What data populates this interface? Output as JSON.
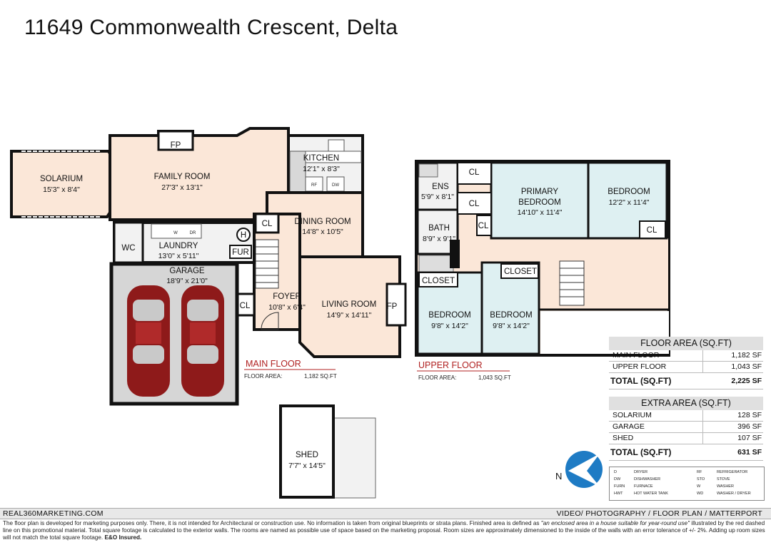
{
  "title": "11649 Commonwealth Crescent, Delta",
  "rooms": {
    "solarium": {
      "name": "SOLARIUM",
      "dim": "15'3\" x 8'4\""
    },
    "family": {
      "name": "FAMILY ROOM",
      "dim": "27'3\" x 13'1\""
    },
    "fp_family": "FP",
    "kitchen": {
      "name": "KITCHEN",
      "dim": "12'1\" x 8'3\""
    },
    "rf": "RF",
    "dw": "DW",
    "dining": {
      "name": "DINING ROOM",
      "dim": "14'8\" x 10'5\""
    },
    "cl_dining": "CL",
    "h": "H",
    "fur": "FUR",
    "wc": "WC",
    "laundry": {
      "name": "LAUNDRY",
      "dim": "13'0\" x 5'11\""
    },
    "w": "W",
    "dr": "DR",
    "garage": {
      "name": "GARAGE",
      "dim": "18'9\" x 21'0\""
    },
    "foyer": {
      "name": "FOYER",
      "dim": "10'8\" x 6'4\""
    },
    "cl_foyer": "CL",
    "living": {
      "name": "LIVING ROOM",
      "dim": "14'9\" x 14'11\""
    },
    "fp_living": "FP",
    "ens": {
      "name": "ENS",
      "dim": "5'9\" x 8'1\""
    },
    "bath": {
      "name": "BATH",
      "dim": "8'9\" x 9'1\""
    },
    "cl_up1": "CL",
    "cl_up2": "CL",
    "cl_up3": "CL",
    "primary": {
      "name1": "PRIMARY",
      "name2": "BEDROOM",
      "dim": "14'10\" x 11'4\""
    },
    "bedroom_ne": {
      "name": "BEDROOM",
      "dim": "12'2\" x 11'4\""
    },
    "cl_bed_ne": "CL",
    "closet1": "CLOSET",
    "closet2": "CLOSET",
    "bedroom_sw": {
      "name": "BEDROOM",
      "dim": "9'8\" x 14'2\""
    },
    "bedroom_s": {
      "name": "BEDROOM",
      "dim": "9'8\" x 14'2\""
    },
    "shed": {
      "name": "SHED",
      "dim": "7'7\" x 14'5\""
    }
  },
  "floors": {
    "main": {
      "label": "MAIN FLOOR",
      "area_label": "FLOOR AREA:",
      "area_value": "1,182 SQ.FT"
    },
    "upper": {
      "label": "UPPER FLOOR",
      "area_label": "FLOOR AREA:",
      "area_value": "1,043 SQ.FT"
    }
  },
  "floor_area_table": {
    "header": "FLOOR AREA (SQ.FT)",
    "rows": [
      {
        "label": "MAIN FLOOR",
        "value": "1,182 SF"
      },
      {
        "label": "UPPER FLOOR",
        "value": "1,043 SF"
      }
    ],
    "total_label": "TOTAL (SQ.FT)",
    "total_value": "2,225 SF"
  },
  "extra_area_table": {
    "header": "EXTRA AREA (SQ.FT)",
    "rows": [
      {
        "label": "SOLARIUM",
        "value": "128 SF"
      },
      {
        "label": "GARAGE",
        "value": "396 SF"
      },
      {
        "label": "SHED",
        "value": "107 SF"
      }
    ],
    "total_label": "TOTAL (SQ.FT)",
    "total_value": "631 SF"
  },
  "north": "N",
  "legend": [
    {
      "abbr": "D",
      "meaning": "DRYER"
    },
    {
      "abbr": "DW",
      "meaning": "DISHWASHER"
    },
    {
      "abbr": "FURN",
      "meaning": "FURNACE"
    },
    {
      "abbr": "HWT",
      "meaning": "HOT WATER TANK"
    },
    {
      "abbr": "RF",
      "meaning": "REFRIGERATOR"
    },
    {
      "abbr": "STO",
      "meaning": "STOVE"
    },
    {
      "abbr": "W",
      "meaning": "WASHER"
    },
    {
      "abbr": "WD",
      "meaning": "WASHER / DRYER"
    }
  ],
  "footer": {
    "left": "REAL360MARKETING.COM",
    "right": "VIDEO/ PHOTOGRAPHY / FLOOR PLAN / MATTERPORT",
    "disclaimer_1": "The floor plan is developed for marketing purposes only. There, it is not intended for Architectural or construction use. No information is  taken from original blueprints or strata plans. Finished area is defined as ",
    "disclaimer_quote": "\"an enclosed area in a house suitable for year-round use\"",
    "disclaimer_2": " illustrated by the red dashed line on this promotional material. Total square footage is calculated to the exterior walls. The rooms are named as possible use of space based on the marketing proposal. Room sizes are approximately dimensioned to the inside of the walls with an error tolerance of +/- 2%. Adding up room sizes will not match the total square footage. ",
    "disclaimer_bold": "E&O Insured."
  }
}
